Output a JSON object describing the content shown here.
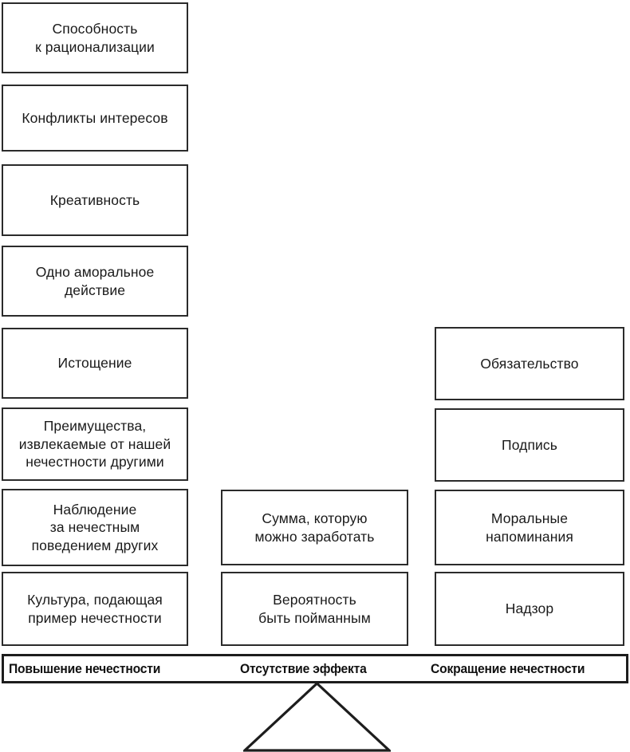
{
  "diagram": {
    "type": "balance-scale-factor-diagram",
    "columns": {
      "left": {
        "axis_label": "Повышение нечестности",
        "boxes": [
          {
            "text": "Способность\nк рационализации"
          },
          {
            "text": "Конфликты интересов"
          },
          {
            "text": "Креативность"
          },
          {
            "text": "Одно аморальное\nдействие"
          },
          {
            "text": "Истощение"
          },
          {
            "text": "Преимущества,\nизвлекаемые от нашей\nнечестности другими"
          },
          {
            "text": "Наблюдение\nза нечестным\nповедением других"
          },
          {
            "text": "Культура, подающая\nпример нечестности"
          }
        ]
      },
      "middle": {
        "axis_label": "Отсутствие эффекта",
        "boxes": [
          {
            "text": "Сумма, которую\nможно заработать"
          },
          {
            "text": "Вероятность\nбыть пойманным"
          }
        ]
      },
      "right": {
        "axis_label": "Сокращение нечестности",
        "boxes": [
          {
            "text": "Обязательство"
          },
          {
            "text": "Подпись"
          },
          {
            "text": "Моральные\nнапоминания"
          },
          {
            "text": "Надзор"
          }
        ]
      }
    },
    "fulcrum": {
      "shape": "triangle"
    },
    "colors": {
      "box_border": "#2b2b2b",
      "beam_border": "#1d1d1d",
      "text": "#1a1a1a",
      "background": "#ffffff"
    }
  }
}
